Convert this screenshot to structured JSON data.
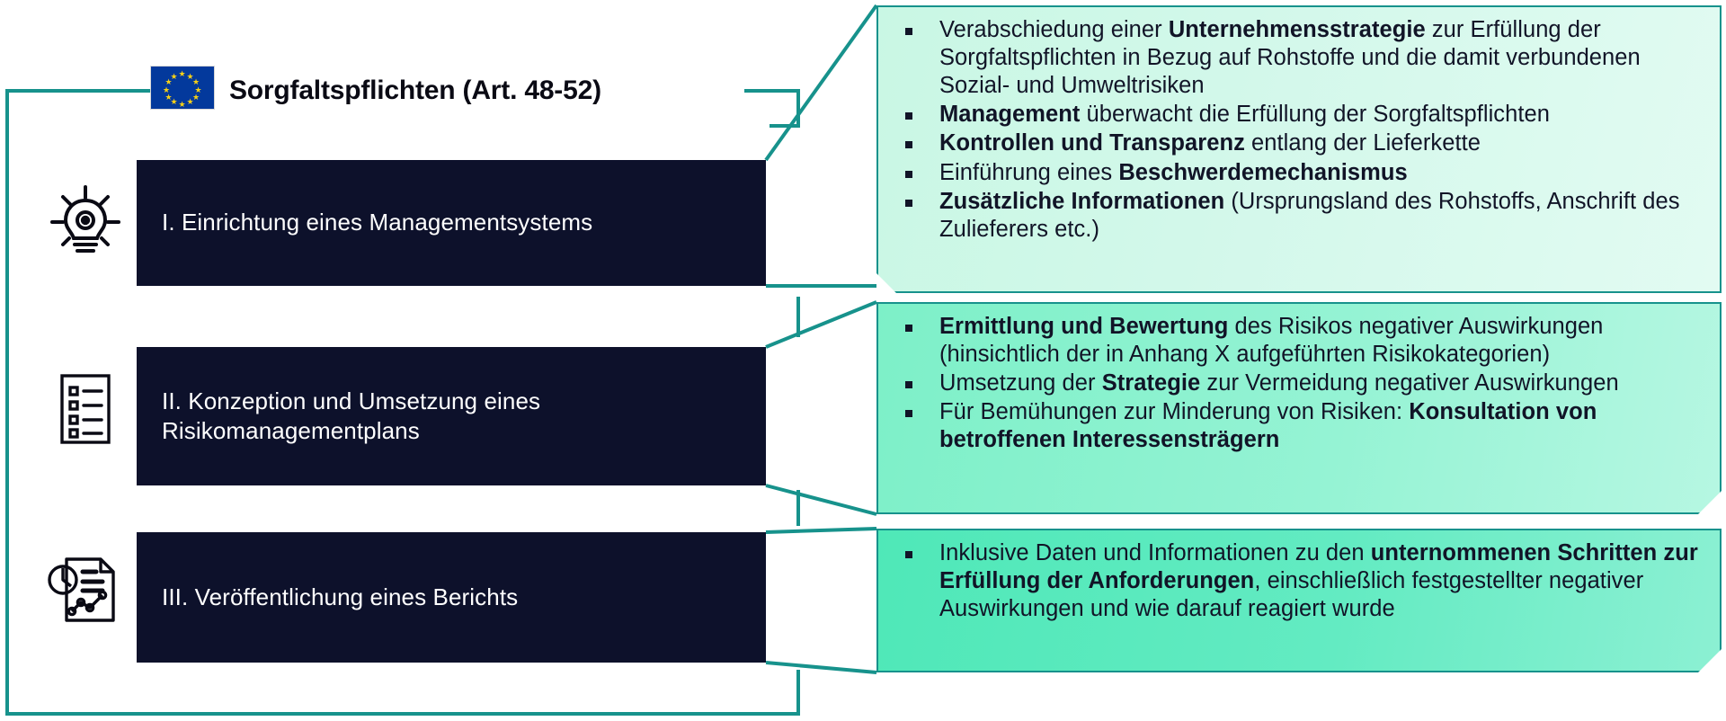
{
  "header": {
    "title": "Sorgfaltspflichten (Art. 48-52)",
    "flag": "eu-flag"
  },
  "colors": {
    "accent_teal": "#17928c",
    "dark_navy": "#0d112b",
    "panel_1_bg": "#d2f8ea",
    "panel_2_bg": "#95f3d4",
    "panel_3_bg": "#63ebc2",
    "flag_blue": "#03399c",
    "flag_star": "#f7d117"
  },
  "steps": [
    {
      "id": "step-1",
      "icon": "lightbulb-gear-icon",
      "label": "I. Einrichtung eines Managementsystems",
      "bullets": [
        "Verabschiedung einer <b>Unternehmensstrategie</b> zur Erfüllung der  Sorgfaltspflichten in Bezug auf Rohstoffe und die damit verbundenen Sozial- und Umweltrisiken",
        "<b>Management</b> überwacht die Erfüllung der Sorgfaltspflichten",
        "<b>Kontrollen und Transparenz</b> entlang der Lieferkette",
        "Einführung eines <b>Beschwerdemechanismus</b>",
        "<b>Zusätzliche Informationen</b> (Ursprungsland des Rohstoffs, Anschrift des Zulieferers etc.)"
      ]
    },
    {
      "id": "step-2",
      "icon": "checklist-icon",
      "label": "II. Konzeption und Umsetzung eines Risikomanagementplans",
      "bullets": [
        "<b>Ermittlung und Bewertung</b> des Risikos negativer Auswirkungen (hinsichtlich der in Anhang X aufgeführten Risikokategorien)",
        "Umsetzung der <b>Strategie</b> zur Vermeidung negativer Auswirkungen",
        "Für Bemühungen zur Minderung von Risiken: <b>Konsultation von betroffenen Interessensträgern</b>"
      ]
    },
    {
      "id": "step-3",
      "icon": "report-chart-icon",
      "label": "III. Veröffentlichung eines Berichts",
      "bullets": [
        "Inklusive Daten und Informationen zu den <b>unternommenen Schritten zur Erfüllung der Anforderungen</b>, einschließlich festgestellter negativer Auswirkungen  und wie darauf reagiert wurde"
      ]
    }
  ]
}
